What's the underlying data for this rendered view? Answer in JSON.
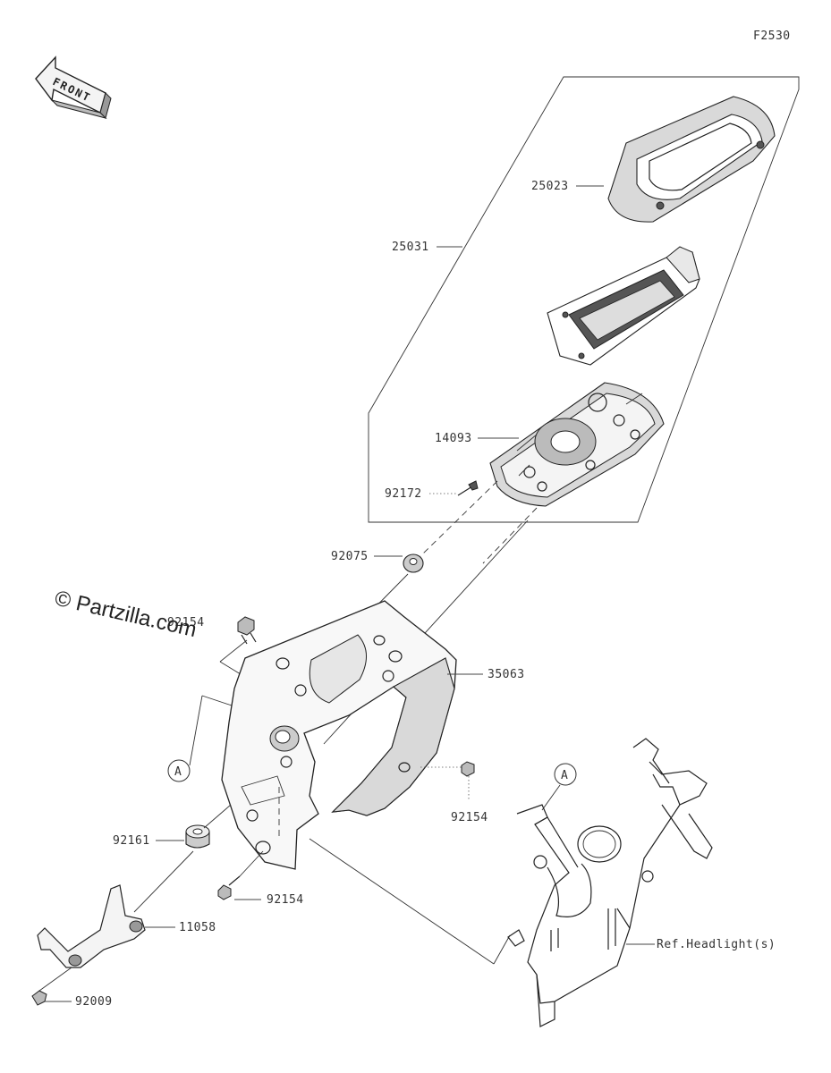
{
  "diagram_code": "F2530",
  "front_indicator": "FRONT",
  "watermark": "© Partzilla.com",
  "ref_marker": "A",
  "parts": {
    "p25023": "25023",
    "p25031": "25031",
    "p14093": "14093",
    "p92172": "92172",
    "p92075": "92075",
    "p92154_top": "92154",
    "p35063": "35063",
    "p92154_right": "92154",
    "p92161": "92161",
    "p92154_lower": "92154",
    "p11058": "11058",
    "p92009": "92009",
    "ref_headlight": "Ref.Headlight(s)"
  }
}
